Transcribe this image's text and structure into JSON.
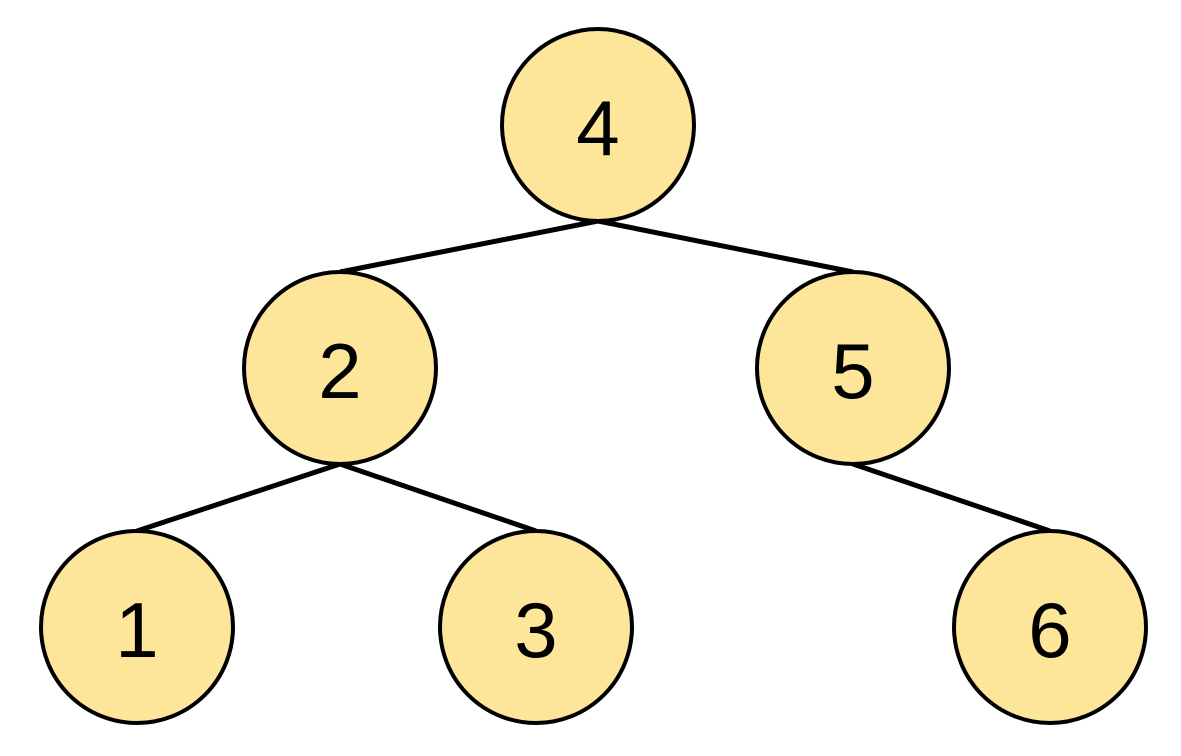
{
  "diagram": {
    "type": "binary-tree",
    "node_fill": "#fde59a",
    "node_stroke": "#000000",
    "edge_color": "#000000",
    "nodes": [
      {
        "id": "n4",
        "label": "4"
      },
      {
        "id": "n2",
        "label": "2"
      },
      {
        "id": "n5",
        "label": "5"
      },
      {
        "id": "n1",
        "label": "1"
      },
      {
        "id": "n3",
        "label": "3"
      },
      {
        "id": "n6",
        "label": "6"
      }
    ],
    "edges": [
      {
        "from": "n4",
        "to": "n2"
      },
      {
        "from": "n4",
        "to": "n5"
      },
      {
        "from": "n2",
        "to": "n1"
      },
      {
        "from": "n2",
        "to": "n3"
      },
      {
        "from": "n5",
        "to": "n6"
      }
    ]
  }
}
